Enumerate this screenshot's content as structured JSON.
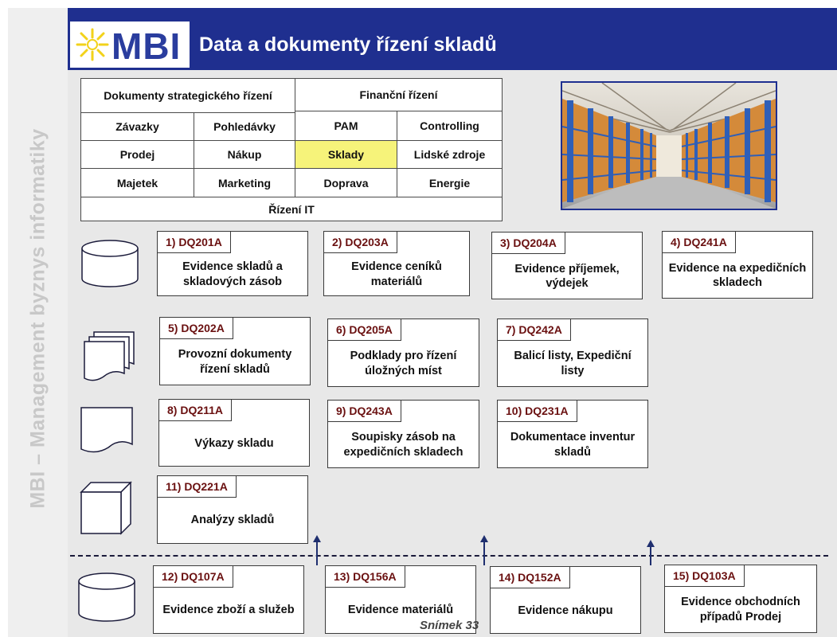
{
  "side_title": "MBI – Management byznys informatiky",
  "header": {
    "logo": "MBI",
    "title": "Data a dokumenty řízení skladů"
  },
  "grid": {
    "strategic": "Dokumenty strategického řízení",
    "financial": "Finanční řízení",
    "row1": [
      "Závazky",
      "Pohledávky",
      "PAM",
      "Controlling"
    ],
    "row2": [
      "Prodej",
      "Nákup",
      "Sklady",
      "Lidské zdroje"
    ],
    "row3": [
      "Majetek",
      "Marketing",
      "Doprava",
      "Energie"
    ],
    "it": "Řízení IT",
    "highlight_color": "#f6f37a"
  },
  "documents": [
    {
      "code": "1) DQ201A",
      "desc": "Evidence skladů a skladových zásob"
    },
    {
      "code": "2) DQ203A",
      "desc": "Evidence ceníků materiálů"
    },
    {
      "code": "3) DQ204A",
      "desc": "Evidence příjemek, výdejek"
    },
    {
      "code": "4) DQ241A",
      "desc": "Evidence na expedičních skladech"
    },
    {
      "code": "5) DQ202A",
      "desc": "Provozní dokumenty řízení skladů"
    },
    {
      "code": "6) DQ205A",
      "desc": "Podklady pro řízení úložných míst"
    },
    {
      "code": "7) DQ242A",
      "desc": "Balicí listy, Expediční listy"
    },
    {
      "code": "8) DQ211A",
      "desc": "Výkazy skladu"
    },
    {
      "code": "9) DQ243A",
      "desc": "Soupisky zásob na expedičních skladech"
    },
    {
      "code": "10) DQ231A",
      "desc": "Dokumentace inventur skladů"
    },
    {
      "code": "11) DQ221A",
      "desc": "Analýzy skladů"
    },
    {
      "code": "12) DQ107A",
      "desc": "Evidence zboží a služeb"
    },
    {
      "code": "13) DQ156A",
      "desc": "Evidence materiálů"
    },
    {
      "code": "14) DQ152A",
      "desc": "Evidence nákupu"
    },
    {
      "code": "15) DQ103A",
      "desc": "Evidence obchodních případů Prodej"
    }
  ],
  "footer": "Snímek 33",
  "colors": {
    "header": "#1f2f8f",
    "code_text": "#6a1010",
    "content_bg": "#e8e8e8"
  },
  "icons": [
    "database-icon",
    "documents-stack-icon",
    "document-icon",
    "cube-icon",
    "database-icon"
  ]
}
